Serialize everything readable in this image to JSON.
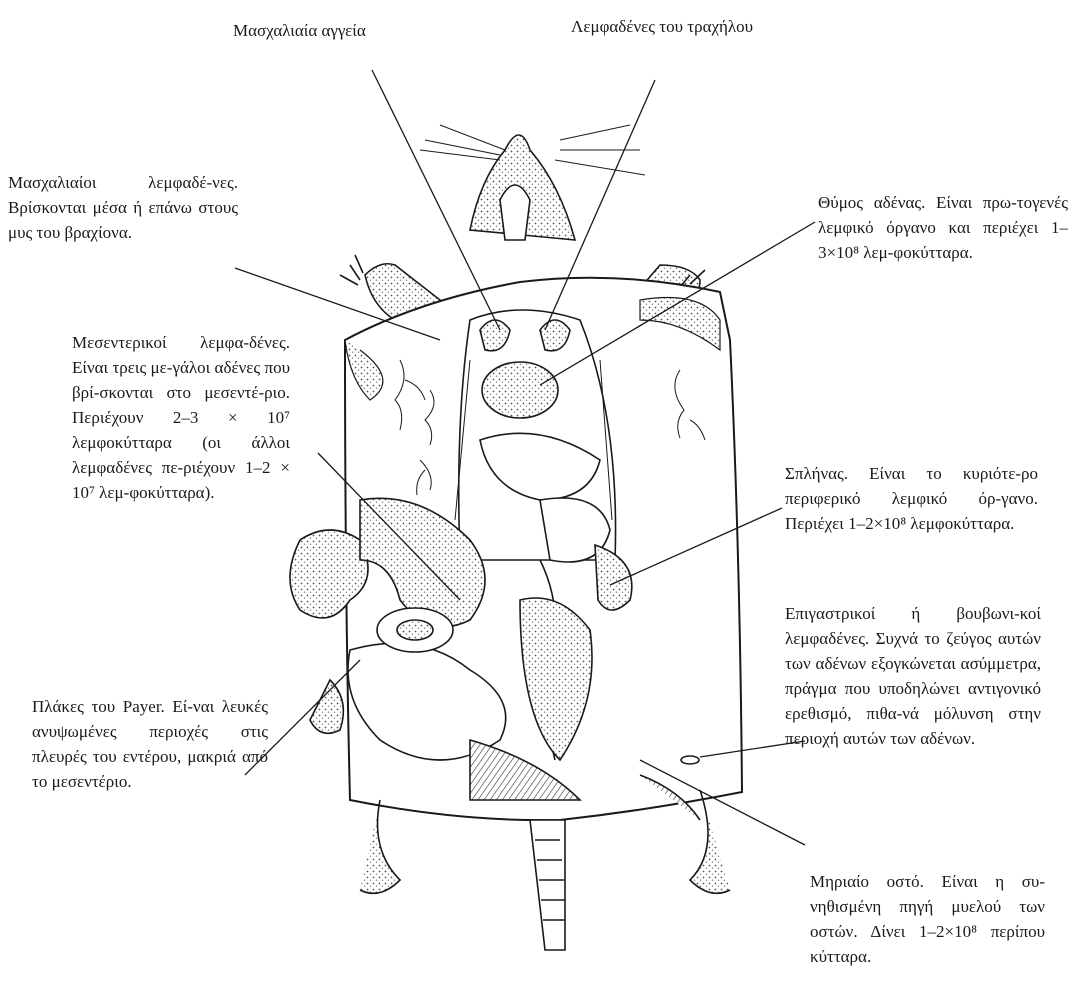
{
  "labels": {
    "axillary_vessels": "Μασχαλιαία αγγεία",
    "cervical_nodes": "Λεμφαδένες του τραχήλου",
    "axillary_nodes": "Μασχαλιαίοι λεμφαδέ-νες. Βρίσκονται μέσα ή επάνω στους μυς του βραχίονα.",
    "thymus": "Θύμος αδένας. Είναι πρω-τογενές λεμφικό όργανο και περιέχει 1–3×10⁸ λεμ-φοκύτταρα.",
    "mesenteric_nodes": "Μεσεντερικοί λεμφα-δένες. Είναι τρεις με-γάλοι αδένες που βρί-σκονται στο μεσεντέ-ριο. Περιέχουν 2–3 × 10⁷ λεμφοκύτταρα (οι άλλοι λεμφαδένες πε-ριέχουν 1–2 × 10⁷ λεμ-φοκύτταρα).",
    "spleen": "Σπλήνας. Είναι το κυριότε-ρο περιφερικό λεμφικό όρ-γανο. Περιέχει 1–2×10⁸ λεμφοκύτταρα.",
    "inguinal_nodes": "Επιγαστρικοί ή βουβωνι-κοί λεμφαδένες. Συχνά το ζεύγος αυτών των αδένων εξογκώνεται ασύμμετρα, πράγμα που υποδηλώνει αντιγονικό ερεθισμό, πιθα-νά μόλυνση στην περιοχή αυτών των αδένων.",
    "peyer_patches": "Πλάκες του Payer. Εί-ναι λευκές ανυψωμένες περιοχές στις πλευρές του εντέρου, μακριά από το μεσεντέριο.",
    "femur": "Μηριαίο οστό. Είναι η συ-νηθισμένη πηγή μυελού των οστών. Δίνει 1–2×10⁸ περίπου κύτταρα."
  },
  "colors": {
    "ink": "#1a1a1a",
    "stipple": "#bdbdbd"
  }
}
